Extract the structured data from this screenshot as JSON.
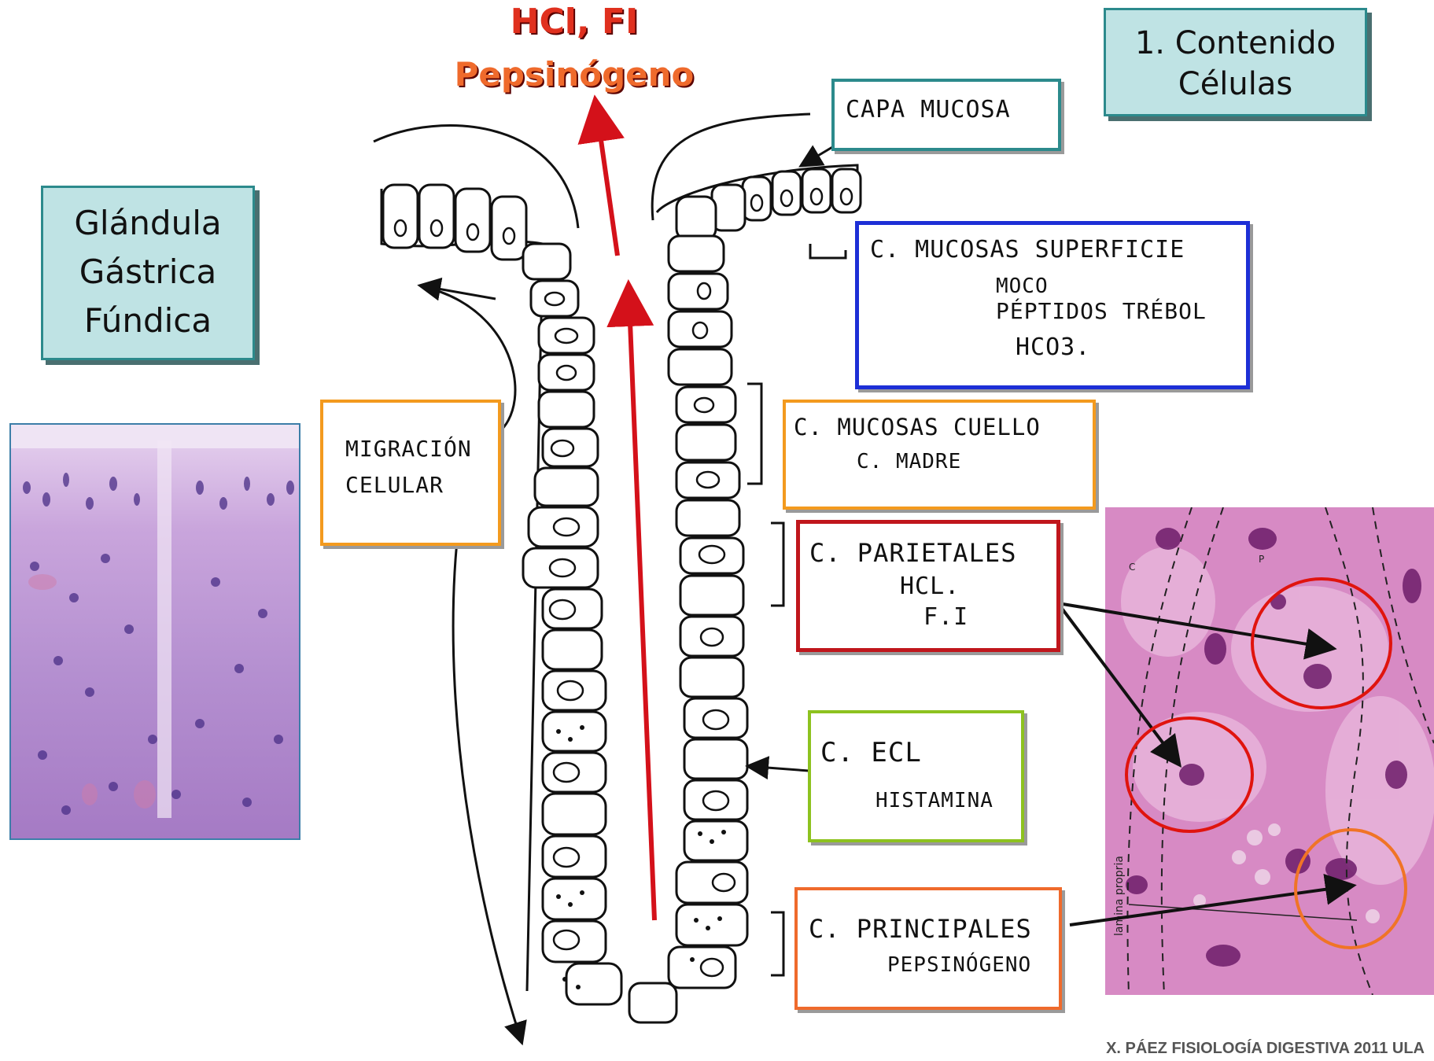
{
  "title_top": {
    "line1": "HCl, FI",
    "line2": "Pepsinógeno"
  },
  "contenido_box": {
    "line1": "1. Contenido",
    "line2": "Células"
  },
  "glandula_box": {
    "line1": "Glándula",
    "line2": "Gástrica",
    "line3": "Fúndica"
  },
  "labels": {
    "capa_mucosa": "CAPA MUCOSA",
    "mucosas_superficie": {
      "title": "C. MUCOSAS SUPERFICIE",
      "items": [
        "MOCO",
        "PÉPTIDOS TRÉBOL",
        "HCO3."
      ]
    },
    "migracion": {
      "line1": "MIGRACIÓN",
      "line2": "CELULAR"
    },
    "mucosas_cuello": {
      "title": "C. MUCOSAS CUELLO",
      "sub": "C. MADRE"
    },
    "parietales": {
      "title": "C. PARIETALES",
      "items": [
        "HCL.",
        "F.I"
      ]
    },
    "ecl": {
      "title": "C. ECL",
      "sub": "HISTAMINA"
    },
    "principales": {
      "title": "C. PRINCIPALES",
      "sub": "PEPSINÓGENO"
    }
  },
  "micrograph_labels": {
    "lamina": "lamina propria",
    "p": "P",
    "c": "C"
  },
  "footer": "X. PÁEZ   FISIOLOGÍA DIGESTIVA  2011  ULA",
  "colors": {
    "title_red": "#e0301e",
    "teal_border": "#2c8a8c",
    "blue": "#1d2fd6",
    "orange": "#f39a1e",
    "dark_red": "#c0161c",
    "green": "#8dc21f",
    "coral": "#ef6a2c",
    "arrow_red": "#d4111a"
  }
}
